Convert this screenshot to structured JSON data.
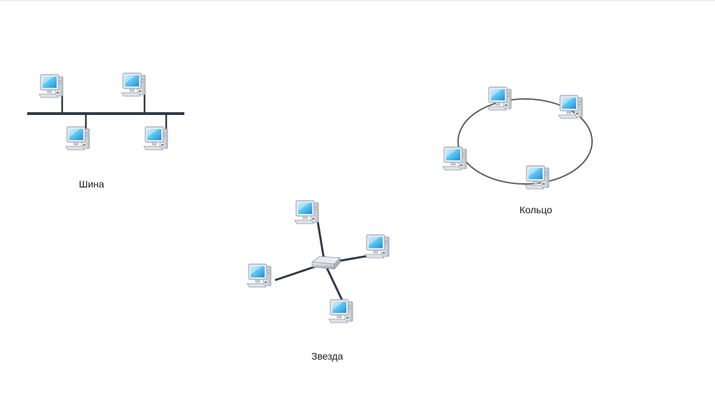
{
  "topologies": {
    "bus": {
      "label": "Шина"
    },
    "ring": {
      "label": "Кольцо"
    },
    "star": {
      "label": "Звезда"
    }
  },
  "icons": {
    "computer": "computer-icon",
    "hub": "network-hub-icon"
  },
  "colors": {
    "cable": "#2f3b48",
    "ring_line": "#5a5f66",
    "screen": "#5cc8f5",
    "case": "#d9dde3"
  }
}
